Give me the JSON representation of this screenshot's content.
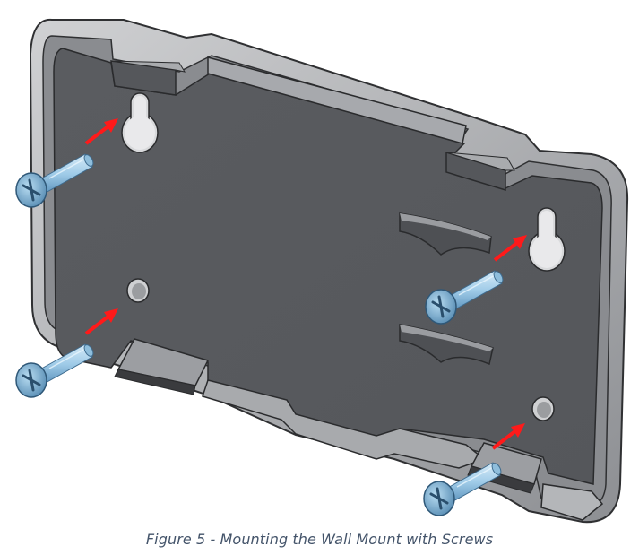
{
  "figure": {
    "caption": "Figure 5 - Mounting the Wall Mount with Screws"
  },
  "colors": {
    "plate_face": "#5b5d61",
    "plate_edge": "#2f3032",
    "rim_top": "#b9babd",
    "rim_side": "#7d7f83",
    "screw": "#9cc8e6",
    "screw_dark": "#4f82a8",
    "arrow": "#ff1a1a",
    "caption": "#44546a"
  },
  "icons": {
    "screw": "screw-icon",
    "arrow": "arrow-icon",
    "keyhole_slot": "keyhole-slot",
    "round_hole": "round-hole"
  }
}
